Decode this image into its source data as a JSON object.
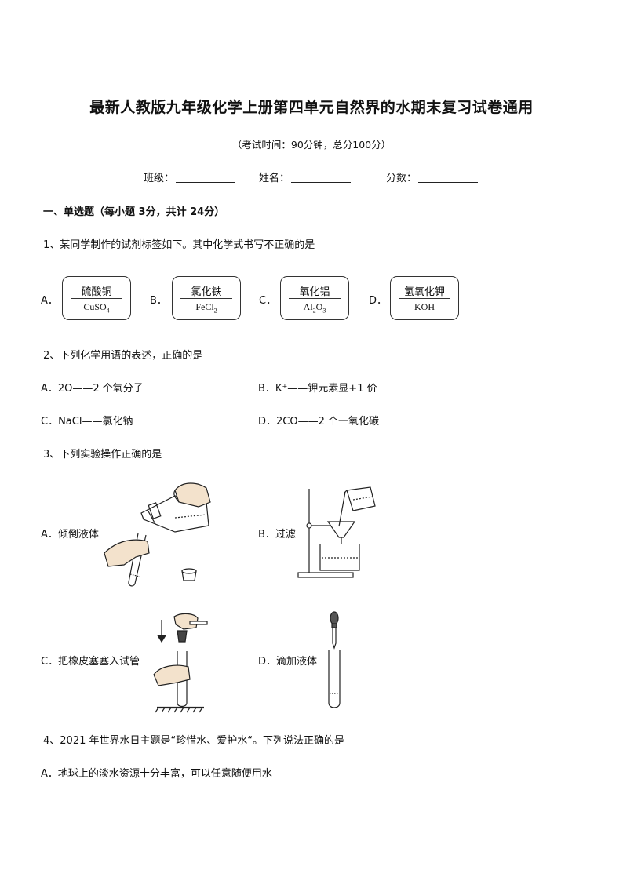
{
  "title": "最新人教版九年级化学上册第四单元自然界的水期末复习试卷通用",
  "subtitle": "（考试时间：90分钟，总分100分）",
  "info": {
    "class_label": "班级：",
    "name_label": "姓名：",
    "score_label": "分数："
  },
  "section1": "一、单选题（每小题 3分，共计 24分）",
  "q1": {
    "stem": "1、某同学制作的试剂标签如下。其中化学式书写不正确的是",
    "options": [
      {
        "letter": "A．",
        "name": "硫酸铜",
        "formula_main": "CuSO",
        "formula_sub": "4",
        "formula_tail": ""
      },
      {
        "letter": "B．",
        "name": "氯化铁",
        "formula_main": "FeCl",
        "formula_sub": "2",
        "formula_tail": ""
      },
      {
        "letter": "C．",
        "name": "氧化铝",
        "formula_main": "Al",
        "formula_sub": "2",
        "formula_tail": "O3"
      },
      {
        "letter": "D．",
        "name": "氢氧化钾",
        "formula_main": "KOH",
        "formula_sub": "",
        "formula_tail": ""
      }
    ]
  },
  "q2": {
    "stem": "2、下列化学用语的表述，正确的是",
    "options": [
      "A．2O——2 个氧分子",
      "B．K⁺——钾元素显+1 价",
      "C．NaCl——氯化钠",
      "D．2CO——2 个一氧化碳"
    ]
  },
  "q3": {
    "stem": "3、下列实验操作正确的是",
    "options": [
      "A．倾倒液体",
      "B．过滤",
      "C．把橡皮塞塞入试管",
      "D．滴加液体"
    ]
  },
  "q4": {
    "stem": "4、2021 年世界水日主题是“珍惜水、爱护水“。下列说法正确的是",
    "options": [
      "A．地球上的淡水资源十分丰富，可以任意随便用水"
    ]
  }
}
